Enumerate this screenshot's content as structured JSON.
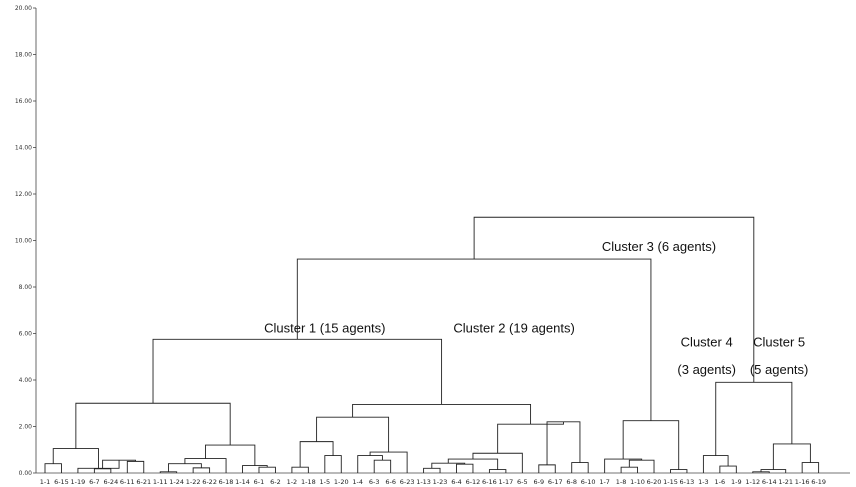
{
  "chart_data": {
    "type": "dendrogram",
    "ylim": [
      0,
      20
    ],
    "yticks": [
      "0.00",
      "2.00",
      "4.00",
      "6.00",
      "8.00",
      "10.00",
      "12.00",
      "14.00",
      "16.00",
      "18.00",
      "20.00"
    ],
    "leaves": [
      "1-1",
      "6-15",
      "1-19",
      "6-7",
      "6-24",
      "6-11",
      "6-21",
      "1-11",
      "1-24",
      "1-22",
      "6-22",
      "6-18",
      "1-14",
      "6-1",
      "6-2",
      "1-2",
      "1-18",
      "1-5",
      "1-20",
      "1-4",
      "6-3",
      "6-6",
      "6-23",
      "1-13",
      "1-23",
      "6-4",
      "6-12",
      "6-16",
      "1-17",
      "6-5",
      "6-9",
      "6-17",
      "6-8",
      "6-10",
      "1-7",
      "1-8",
      "1-10",
      "6-20",
      "1-15",
      "6-13",
      "1-3",
      "1-6",
      "1-9",
      "1-12",
      "6-14",
      "1-21",
      "1-16",
      "6-19"
    ],
    "merges": [
      {
        "id": "a1",
        "left": "L0",
        "right": "L1",
        "height": 0.4
      },
      {
        "id": "a2",
        "left": "L3",
        "right": "L4",
        "height": 0.18
      },
      {
        "id": "a3",
        "left": "L5",
        "right": "L6",
        "height": 0.5
      },
      {
        "id": "a4",
        "left": "a2",
        "right": "a3",
        "height": 0.55
      },
      {
        "id": "a5",
        "left": "L2",
        "right": "a4",
        "height": 0.2
      },
      {
        "id": "a6",
        "left": "a1",
        "right": "a5",
        "height": 1.05
      },
      {
        "id": "b1",
        "left": "L7",
        "right": "L8",
        "height": 0.05
      },
      {
        "id": "b2",
        "left": "L9",
        "right": "L10",
        "height": 0.22
      },
      {
        "id": "b3",
        "left": "b1",
        "right": "b2",
        "height": 0.4
      },
      {
        "id": "b4",
        "left": "b3",
        "right": "L11",
        "height": 0.62
      },
      {
        "id": "b5",
        "left": "L13",
        "right": "L14",
        "height": 0.25
      },
      {
        "id": "b6",
        "left": "L12",
        "right": "b5",
        "height": 0.32
      },
      {
        "id": "b7",
        "left": "b4",
        "right": "b6",
        "height": 1.2
      },
      {
        "id": "c1",
        "left": "a6",
        "right": "b7",
        "height": 3.0
      },
      {
        "id": "d1",
        "left": "L15",
        "right": "L16",
        "height": 0.25
      },
      {
        "id": "d2",
        "left": "L17",
        "right": "L18",
        "height": 0.75
      },
      {
        "id": "d3",
        "left": "d1",
        "right": "d2",
        "height": 1.35
      },
      {
        "id": "d4",
        "left": "L20",
        "right": "L21",
        "height": 0.55
      },
      {
        "id": "d5",
        "left": "L19",
        "right": "d4",
        "height": 0.75
      },
      {
        "id": "d6",
        "left": "d5",
        "right": "L22",
        "height": 0.9
      },
      {
        "id": "d7",
        "left": "d3",
        "right": "d6",
        "height": 2.4
      },
      {
        "id": "e1",
        "left": "L23",
        "right": "L24",
        "height": 0.2
      },
      {
        "id": "e2",
        "left": "L25",
        "right": "L26",
        "height": 0.38
      },
      {
        "id": "e3",
        "left": "e1",
        "right": "e2",
        "height": 0.42
      },
      {
        "id": "e4",
        "left": "L27",
        "right": "L28",
        "height": 0.15
      },
      {
        "id": "e5",
        "left": "e3",
        "right": "e4",
        "height": 0.6
      },
      {
        "id": "e6",
        "left": "e5",
        "right": "L29",
        "height": 0.85
      },
      {
        "id": "e7",
        "left": "L30",
        "right": "L31",
        "height": 0.35
      },
      {
        "id": "e8",
        "left": "L32",
        "right": "L33",
        "height": 0.45
      },
      {
        "id": "e9",
        "left": "e7",
        "right": "e8",
        "height": 2.2
      },
      {
        "id": "e10",
        "left": "e6",
        "right": "e9",
        "height": 2.1
      },
      {
        "id": "f1",
        "left": "d7",
        "right": "e10",
        "height": 2.95
      },
      {
        "id": "g1",
        "left": "c1",
        "right": "f1",
        "height": 5.75
      },
      {
        "id": "h1",
        "left": "L35",
        "right": "L36",
        "height": 0.25
      },
      {
        "id": "h2",
        "left": "h1",
        "right": "L37",
        "height": 0.55
      },
      {
        "id": "h3",
        "left": "L34",
        "right": "h2",
        "height": 0.6
      },
      {
        "id": "h4",
        "left": "L38",
        "right": "L39",
        "height": 0.15
      },
      {
        "id": "h5",
        "left": "h3",
        "right": "h4",
        "height": 2.25
      },
      {
        "id": "i1",
        "left": "g1",
        "right": "h5",
        "height": 9.2
      },
      {
        "id": "j1",
        "left": "L41",
        "right": "L42",
        "height": 0.3
      },
      {
        "id": "j2",
        "left": "L40",
        "right": "j1",
        "height": 0.75
      },
      {
        "id": "k1",
        "left": "L43",
        "right": "L44",
        "height": 0.05
      },
      {
        "id": "k2",
        "left": "k1",
        "right": "L45",
        "height": 0.15
      },
      {
        "id": "k3",
        "left": "L46",
        "right": "L47",
        "height": 0.45
      },
      {
        "id": "k4",
        "left": "k2",
        "right": "k3",
        "height": 1.25
      },
      {
        "id": "l1",
        "left": "j2",
        "right": "k4",
        "height": 3.9
      },
      {
        "id": "m1",
        "left": "i1",
        "right": "l1",
        "height": 11.0
      }
    ],
    "annotations": [
      {
        "text": "Cluster 1 (15 agents)",
        "x": 17.0,
        "y": 6.05
      },
      {
        "text": "Cluster 2 (19 agents)",
        "x": 28.5,
        "y": 6.05
      },
      {
        "text": "Cluster 3 (6 agents)",
        "x": 37.3,
        "y": 9.55
      },
      {
        "text": "Cluster 4",
        "x": 40.2,
        "y": 5.45
      },
      {
        "text": "(3 agents)",
        "x": 40.2,
        "y": 4.25
      },
      {
        "text": "Cluster 5",
        "x": 44.6,
        "y": 5.45
      },
      {
        "text": "(5 agents)",
        "x": 44.6,
        "y": 4.25
      }
    ]
  }
}
